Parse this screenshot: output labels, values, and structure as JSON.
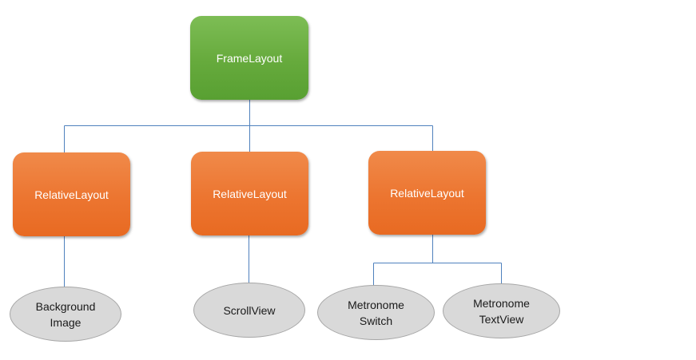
{
  "diagram": {
    "root": {
      "label": "FrameLayout",
      "color": "#70ad47"
    },
    "containers": [
      {
        "label": "RelativeLayout",
        "color": "#ed7d31"
      },
      {
        "label": "RelativeLayout",
        "color": "#ed7d31"
      },
      {
        "label": "RelativeLayout",
        "color": "#ed7d31"
      }
    ],
    "leaves": [
      {
        "label": "Background Image",
        "parent_index": 0
      },
      {
        "label": "ScrollView",
        "parent_index": 1
      },
      {
        "label": "Metronome Switch",
        "parent_index": 2
      },
      {
        "label": "Metronome TextView",
        "parent_index": 2
      }
    ],
    "connector_color": "#4f81bd",
    "leaf_fill": "#d9d9d9"
  }
}
